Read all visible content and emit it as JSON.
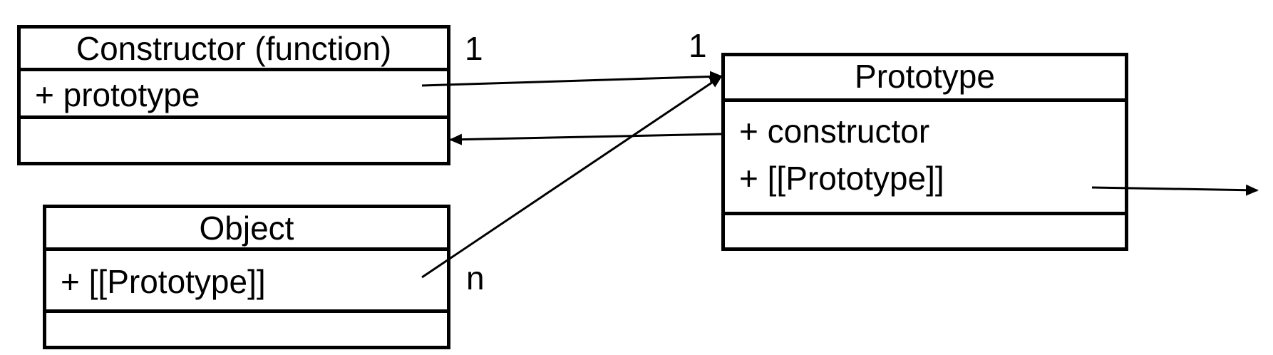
{
  "diagram": {
    "classes": {
      "constructor": {
        "name": "Constructor (function)",
        "attributes": [
          "+ prototype"
        ]
      },
      "object": {
        "name": "Object",
        "attributes": [
          "+ [[Prototype]]"
        ]
      },
      "prototype": {
        "name": "Prototype",
        "attributes": [
          "+ constructor",
          "+ [[Prototype]]"
        ]
      }
    },
    "multiplicities": {
      "constructor_end": "1",
      "prototype_end": "1",
      "object_end": "n"
    },
    "connectors": [
      {
        "from": "constructor.prototype",
        "to": "prototype",
        "arrow": "prototype"
      },
      {
        "from": "prototype.constructor",
        "to": "constructor",
        "arrow": "constructor"
      },
      {
        "from": "object.[[Prototype]]",
        "to": "prototype",
        "arrow": "prototype"
      },
      {
        "from": "prototype.[[Prototype]]",
        "to": "off-diagram",
        "arrow": "right"
      }
    ],
    "colors": {
      "line": "#000000",
      "background": "#ffffff"
    }
  }
}
